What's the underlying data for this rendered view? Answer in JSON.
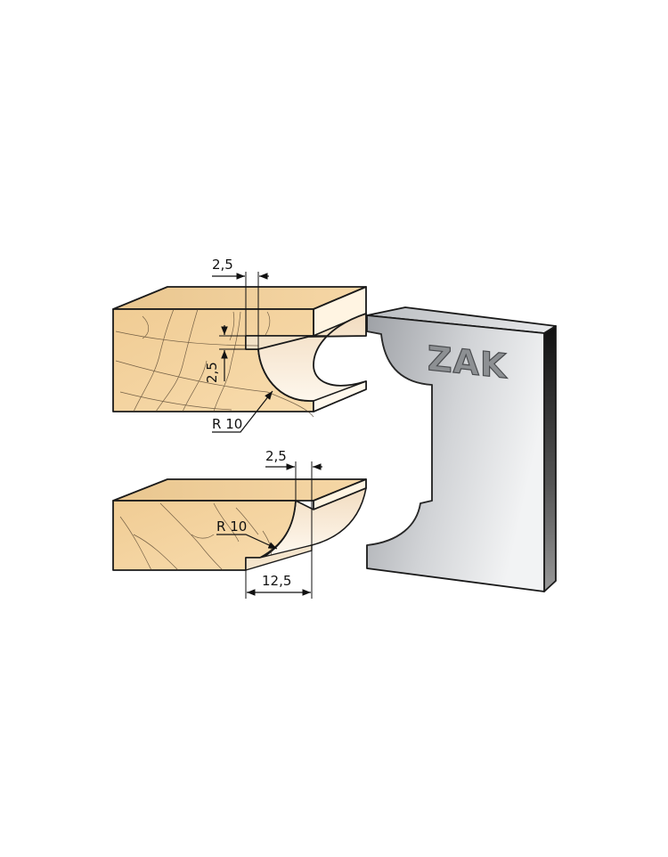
{
  "brand": {
    "logo_text": "ZAK"
  },
  "top_profile": {
    "width_dim": "2,5",
    "depth_dim": "2,5",
    "radius_label": "R 10"
  },
  "bottom_profile": {
    "offset_dim": "2,5",
    "radius_label": "R 10",
    "width_dim": "12,5"
  },
  "colors": {
    "wood_light": "#f7d9a8",
    "wood_face": "#e6c08b",
    "cut_surface": "#fbeedd",
    "steel_light": "#e6e7e9",
    "steel_dark": "#8e9196",
    "outline": "#1a1a1a"
  }
}
